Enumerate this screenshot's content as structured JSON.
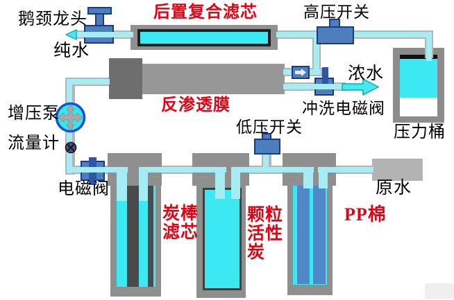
{
  "labels": {
    "faucet": "鹅颈龙头",
    "pure_water": "纯水",
    "post_filter": "后置复合滤芯",
    "high_pressure_switch": "高压开关",
    "ro_membrane": "反渗透膜",
    "concentrate_water": "浓水",
    "flush_solenoid_valve": "冲洗电磁阀",
    "pressure_tank": "压力桶",
    "booster_pump": "增压泵",
    "flow_meter": "流量计",
    "low_pressure_switch": "低压开关",
    "solenoid_valve": "电磁阀",
    "carbon_rod_line1": "炭棒",
    "carbon_rod_line2": "滤芯",
    "granular_line1": "颗粒",
    "granular_line2": "活性",
    "granular_line3": "炭",
    "pp_cotton": "PP棉",
    "raw_water": "原水"
  },
  "colors": {
    "pipe_core": "#a5ecf4",
    "bright_water": "#3ce9f2",
    "component_blue": "#4d7fbe",
    "label_red": "#e60012",
    "metal_gray": "#8f8f8f"
  }
}
